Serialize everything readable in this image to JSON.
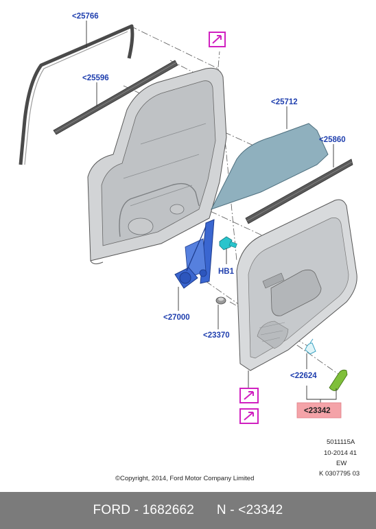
{
  "callouts": {
    "c25766": "<25766",
    "c25596": "<25596",
    "c25712": "<25712",
    "c25860": "<25860",
    "hb1": "HB1",
    "c27000": "<27000",
    "c23370": "<23370",
    "c22624": "<22624",
    "c23342": "<23342"
  },
  "info_block": {
    "line1": "5011115A",
    "line2": "10-2014 41",
    "line3": "EW",
    "line4": "K 0307795 03"
  },
  "copyright": "©Copyright, 2014, Ford Motor Company Limited",
  "footer": {
    "text": "FORD - 1682662      N - <23342"
  },
  "colors": {
    "callout_text": "#1f3fae",
    "highlight_fill": "#f4a3a8",
    "marker_border": "#d020c0",
    "footer_bg": "#7b7b7b",
    "glass_fill": "#8fb0be",
    "regulator_fill": "#3a66d0"
  }
}
